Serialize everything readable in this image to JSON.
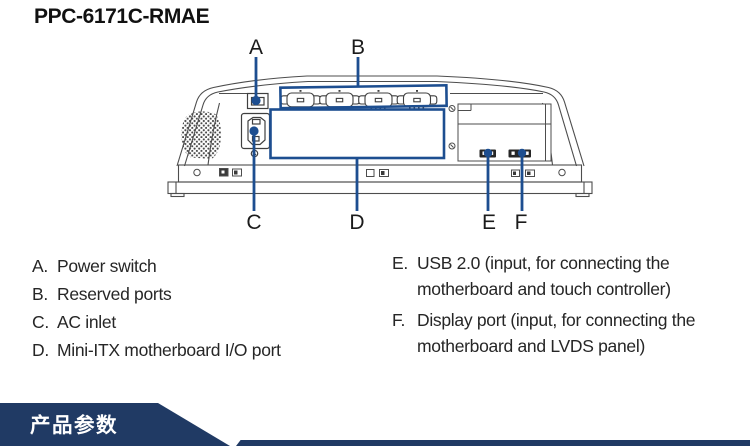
{
  "page": {
    "title": "PPC-6171C-RMAE"
  },
  "diagram": {
    "description": "rear view of panel PC with callout labels",
    "callouts": [
      {
        "label": "A",
        "target": "power-switch"
      },
      {
        "label": "B",
        "target": "reserved-ports"
      },
      {
        "label": "C",
        "target": "ac-inlet"
      },
      {
        "label": "D",
        "target": "mini-itx-io-port"
      },
      {
        "label": "E",
        "target": "usb-2-0-port"
      },
      {
        "label": "F",
        "target": "display-port"
      }
    ]
  },
  "legend": {
    "left": [
      {
        "letter": "A.",
        "text": "Power switch"
      },
      {
        "letter": "B.",
        "text": "Reserved ports"
      },
      {
        "letter": "C.",
        "text": "AC inlet"
      },
      {
        "letter": "D.",
        "text": "Mini-ITX motherboard I/O port"
      }
    ],
    "right": [
      {
        "letter": "E.",
        "text": "USB 2.0 (input, for connecting the motherboard and touch controller)"
      },
      {
        "letter": "F.",
        "text": "Display port (input, for connecting the motherboard and LVDS panel)"
      }
    ]
  },
  "footer": {
    "section_title": "产品参数"
  },
  "colors": {
    "callout_blue": "#1d4e90",
    "banner_navy": "#203a64",
    "line_art_gray": "#4d4d4d"
  }
}
